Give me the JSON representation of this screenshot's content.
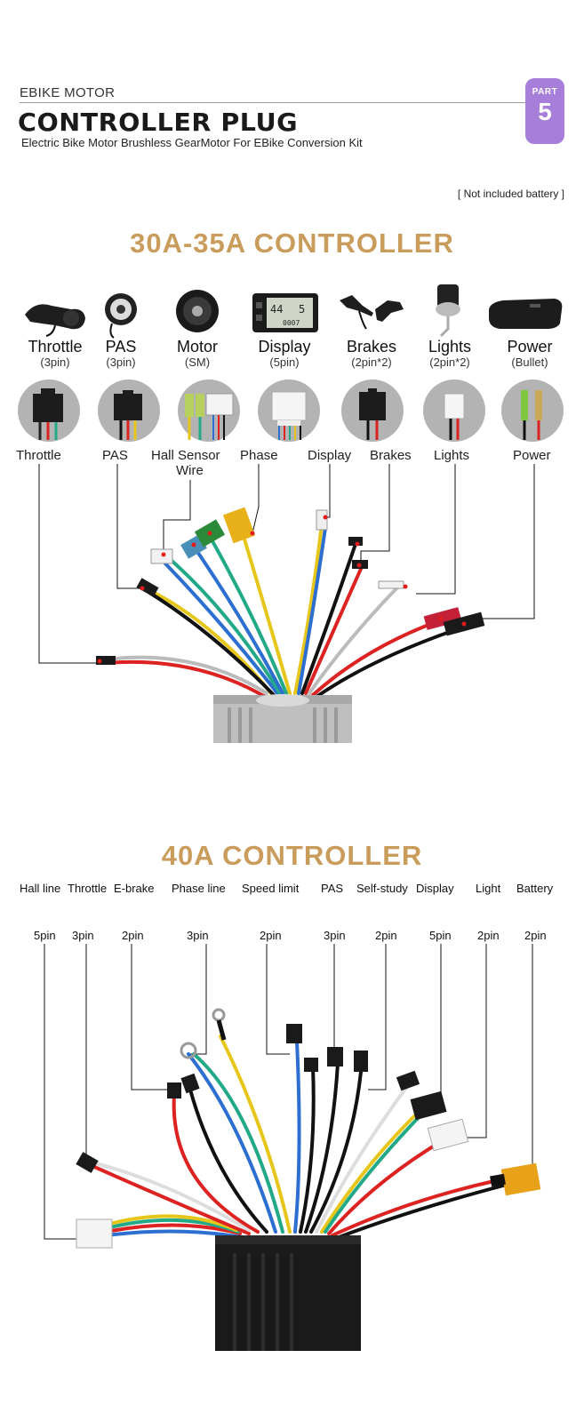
{
  "header": {
    "eyebrow": "EBIKE MOTOR",
    "title": "CONTROLLER PLUG",
    "subtitle": "Electric Bike Motor Brushless GearMotor For EBike Conversion Kit",
    "part_label": "PART",
    "part_number": "5",
    "battery_note": "[ Not included battery ]"
  },
  "colors": {
    "accent": "#c99c5b",
    "badge": "#a77ed9",
    "header_line": "#9b9b9b"
  },
  "controller_30a": {
    "title": "30A-35A  CONTROLLER",
    "components": [
      {
        "name": "Throttle",
        "pins": "(3pin)",
        "icon": "throttle-icon"
      },
      {
        "name": "PAS",
        "pins": "(3pin)",
        "icon": "pas-sensor-icon"
      },
      {
        "name": "Motor",
        "pins": "(SM)",
        "icon": "hub-motor-icon"
      },
      {
        "name": "Display",
        "pins": "(5pin)",
        "icon": "lcd-display-icon"
      },
      {
        "name": "Brakes",
        "pins": "(2pin*2)",
        "icon": "brake-levers-icon"
      },
      {
        "name": "Lights",
        "pins": "(2pin*2)",
        "icon": "headlight-icon"
      },
      {
        "name": "Power",
        "pins": "(Bullet)",
        "icon": "battery-pack-icon"
      }
    ],
    "wire_labels": {
      "throttle": "Throttle",
      "pas": "PAS",
      "hall": "Hall Sensor",
      "hall2": "Wire",
      "phase": "Phase",
      "display": "Display",
      "brakes": "Brakes",
      "lights": "Lights",
      "power": "Power"
    }
  },
  "controller_40a": {
    "title": "40A  CONTROLLER",
    "ports": [
      {
        "name": "Hall line",
        "pins": "5pin"
      },
      {
        "name": "Throttle",
        "pins": "3pin"
      },
      {
        "name": "E-brake",
        "pins": "2pin"
      },
      {
        "name": "Phase line",
        "pins": "3pin"
      },
      {
        "name": "Speed limit",
        "pins": "2pin"
      },
      {
        "name": "PAS",
        "pins": "3pin"
      },
      {
        "name": "Self-study",
        "pins": "2pin"
      },
      {
        "name": "Display",
        "pins": "5pin"
      },
      {
        "name": "Light",
        "pins": "2pin"
      },
      {
        "name": "Battery",
        "pins": "2pin"
      }
    ]
  }
}
